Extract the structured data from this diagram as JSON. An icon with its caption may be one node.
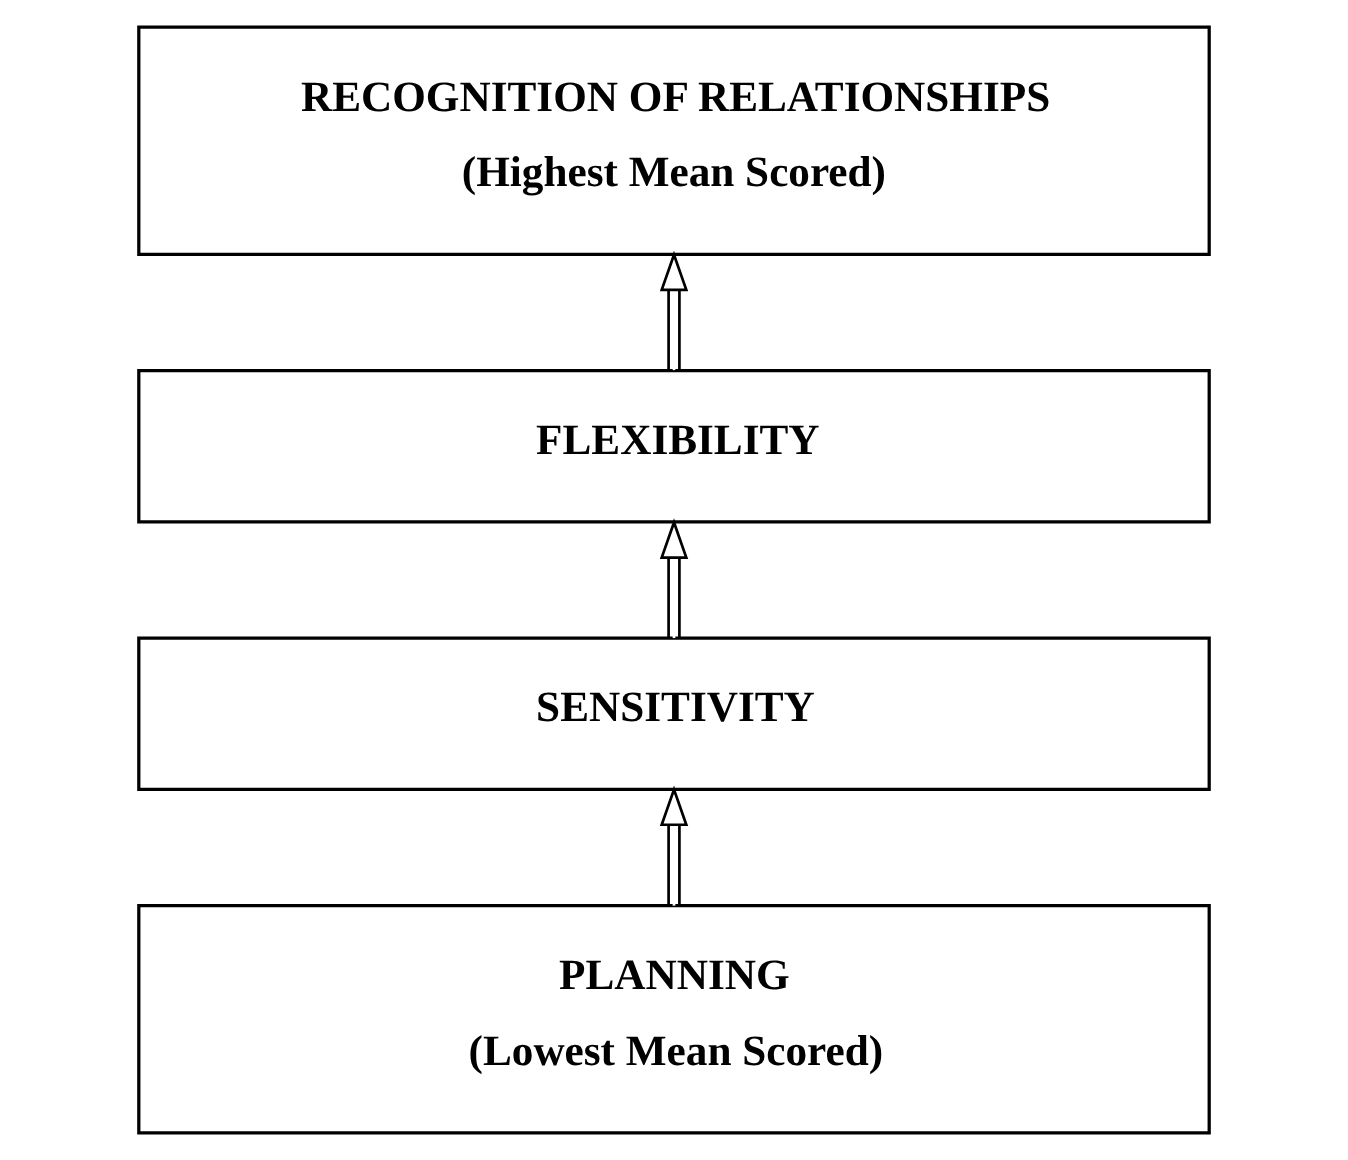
{
  "diagram": {
    "nodes": [
      {
        "text": [
          "RECOGNITION OF RELATIONSHIPS",
          "(Highest Mean Scored)"
        ]
      },
      {
        "text": [
          "FLEXIBILITY"
        ]
      },
      {
        "text": [
          "SENSITIVITY"
        ]
      },
      {
        "text": [
          "PLANNING",
          "(Lowest Mean Scored)"
        ]
      }
    ],
    "edges": [
      {
        "from": 1,
        "to": 0,
        "arrow": "to"
      },
      {
        "from": 2,
        "to": 1,
        "arrow": "to"
      },
      {
        "from": 3,
        "to": 2,
        "arrow": "to"
      }
    ]
  }
}
